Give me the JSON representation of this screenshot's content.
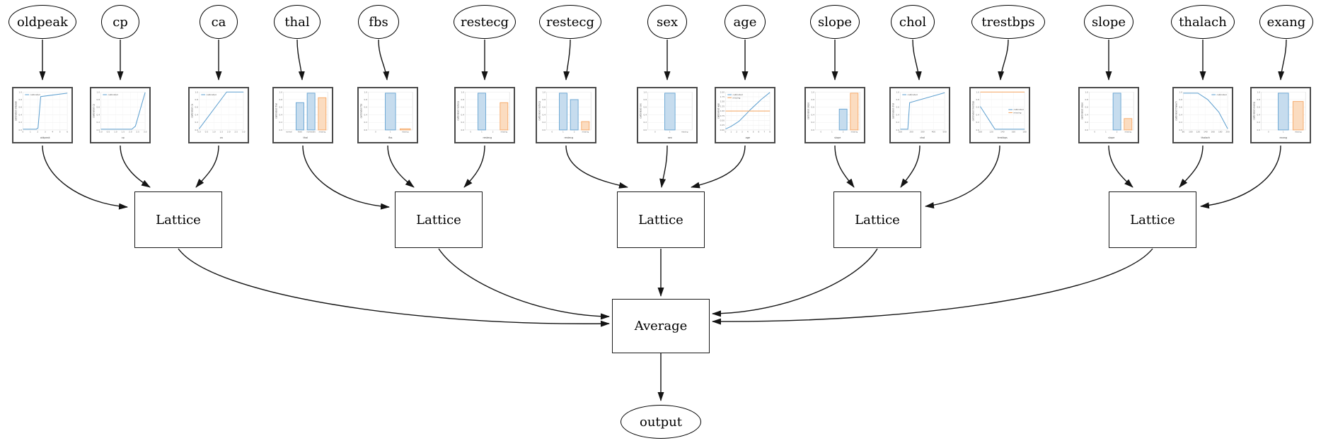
{
  "diagram": {
    "nodes": {
      "lattice": "Lattice",
      "average": "Average",
      "output": "output"
    },
    "legend_labels": {
      "calibrated": "calibrated",
      "missing": "missing"
    },
    "features": [
      {
        "name": "oldpeak",
        "chart": {
          "type": "line",
          "xlabel": "oldpeak",
          "ylabel": "calibrated oldpeak",
          "ymax": 1,
          "yticks": [
            "1.0",
            "0.8",
            "0.6",
            "0.4",
            "0.2",
            "0.0"
          ],
          "xticks": [
            "0",
            "1",
            "2",
            "3",
            "4",
            "5",
            "6"
          ],
          "legend": [
            {
              "label": "calibrated",
              "color": "blue"
            }
          ],
          "legend_pos": "top-left",
          "series": [
            {
              "name": "calibrated",
              "color": "blue",
              "points": [
                [
                  0,
                  0.02
                ],
                [
                  0.3,
                  0.02
                ],
                [
                  0.34,
                  0.05
                ],
                [
                  0.4,
                  0.88
                ],
                [
                  0.6,
                  0.91
                ],
                [
                  1,
                  0.97
                ]
              ]
            }
          ]
        }
      },
      {
        "name": "cp",
        "chart": {
          "type": "line",
          "xlabel": "cp",
          "ylabel": "calibrated cp",
          "ymax": 1,
          "yticks": [
            "1.0",
            "0.8",
            "0.6",
            "0.4",
            "0.2",
            "0.0"
          ],
          "xticks": [
            "0.0",
            "0.5",
            "1.0",
            "1.5",
            "2.0",
            "2.5",
            "3.0"
          ],
          "legend": [
            {
              "label": "calibrated",
              "color": "blue"
            }
          ],
          "legend_pos": "top-left",
          "series": [
            {
              "name": "calibrated",
              "color": "blue",
              "points": [
                [
                  0,
                  0.02
                ],
                [
                  0.7,
                  0.02
                ],
                [
                  0.78,
                  0.1
                ],
                [
                  1,
                  0.99
                ]
              ]
            }
          ]
        }
      },
      {
        "name": "ca",
        "chart": {
          "type": "line",
          "xlabel": "ca",
          "ylabel": "calibrated ca",
          "ymax": 1,
          "yticks": [
            "1.0",
            "0.8",
            "0.6",
            "0.4",
            "0.2",
            "0.0"
          ],
          "xticks": [
            "0.0",
            "0.5",
            "1.0",
            "1.5",
            "2.0",
            "2.5",
            "3.0"
          ],
          "legend": [
            {
              "label": "calibrated",
              "color": "blue"
            }
          ],
          "legend_pos": "top-left",
          "series": [
            {
              "name": "calibrated",
              "color": "blue",
              "points": [
                [
                  0,
                  0.03
                ],
                [
                  0.62,
                  1.0
                ],
                [
                  1,
                  1.0
                ]
              ]
            }
          ]
        }
      },
      {
        "name": "thal",
        "chart": {
          "type": "bar",
          "xlabel": "thal",
          "ylabel": "calibrated thal",
          "ymax": 1,
          "yticks": [
            "1.0",
            "0.8",
            "0.6",
            "0.4",
            "0.2",
            "0.0"
          ],
          "categories": [
            "normal",
            "fixed",
            "reversible",
            "missing"
          ],
          "values": [
            0,
            0.72,
            0.97,
            0.85
          ],
          "bar_colors": [
            "blue",
            "blue",
            "blue",
            "orange"
          ]
        }
      },
      {
        "name": "fbs",
        "chart": {
          "type": "bar",
          "xlabel": "fbs",
          "ylabel": "calibrated fbs",
          "ymax": 1,
          "yticks": [
            "1.0",
            "0.8",
            "0.6",
            "0.4",
            "0.2",
            "0.0"
          ],
          "categories": [
            "0",
            "1",
            "missing"
          ],
          "values": [
            0,
            0.97,
            0.03
          ],
          "bar_colors": [
            "blue",
            "blue",
            "orange"
          ]
        }
      },
      {
        "name": "restecg",
        "chart": {
          "type": "bar",
          "xlabel": "restecg",
          "ylabel": "calibrated restecg",
          "ymax": 1,
          "yticks": [
            "1.0",
            "0.8",
            "0.6",
            "0.4",
            "0.2",
            "0.0"
          ],
          "categories": [
            "0",
            "1",
            "2",
            "missing"
          ],
          "values": [
            0,
            0.97,
            0,
            0.72
          ],
          "bar_colors": [
            "blue",
            "blue",
            "blue",
            "orange"
          ]
        }
      },
      {
        "name": "restecg",
        "chart": {
          "type": "bar",
          "xlabel": "restecg",
          "ylabel": "calibrated restecg",
          "ymax": 1,
          "yticks": [
            "1.0",
            "0.8",
            "0.6",
            "0.4",
            "0.2",
            "0.0"
          ],
          "categories": [
            "0",
            "1",
            "2",
            "missing"
          ],
          "values": [
            0,
            0.97,
            0.8,
            0.22
          ],
          "bar_colors": [
            "blue",
            "blue",
            "blue",
            "orange"
          ]
        }
      },
      {
        "name": "sex",
        "chart": {
          "type": "bar",
          "xlabel": "sex",
          "ylabel": "calibrated sex",
          "ymax": 1,
          "yticks": [
            "1.0",
            "0.8",
            "0.6",
            "0.4",
            "0.2",
            "0.0"
          ],
          "categories": [
            "0",
            "1",
            "missing"
          ],
          "values": [
            0,
            0.97,
            0
          ],
          "bar_colors": [
            "blue",
            "blue",
            "orange"
          ]
        }
      },
      {
        "name": "age",
        "chart": {
          "type": "line",
          "xlabel": "age",
          "ylabel": "calibrated age",
          "ymax": 2,
          "yticks": [
            "2.00",
            "1.75",
            "1.50",
            "1.25",
            "1.00",
            "0.75",
            "0.50",
            "0.25",
            "0.00"
          ],
          "xticks": [
            "0",
            "1",
            "2",
            "3",
            "4",
            "5",
            "6",
            "7",
            "8"
          ],
          "legend": [
            {
              "label": "calibrated",
              "color": "blue"
            },
            {
              "label": "missing",
              "color": "orange"
            }
          ],
          "legend_pos": "top-left",
          "series": [
            {
              "name": "calibrated",
              "color": "blue",
              "points": [
                [
                  0,
                  0.05
                ],
                [
                  0.12,
                  0.18
                ],
                [
                  0.3,
                  0.45
                ],
                [
                  0.45,
                  0.8
                ],
                [
                  0.55,
                  1.05
                ],
                [
                  0.62,
                  1.2
                ],
                [
                  0.8,
                  1.6
                ],
                [
                  1,
                  1.98
                ]
              ]
            },
            {
              "name": "missing",
              "color": "orange",
              "points": [
                [
                  0,
                  1.0
                ],
                [
                  1,
                  1.0
                ]
              ]
            }
          ]
        }
      },
      {
        "name": "slope",
        "chart": {
          "type": "bar",
          "xlabel": "slope",
          "ylabel": "calibrated slope",
          "ymax": 1,
          "yticks": [
            "1.0",
            "0.8",
            "0.6",
            "0.4",
            "0.2",
            "0.0"
          ],
          "categories": [
            "0",
            "1",
            "2",
            "missing"
          ],
          "values": [
            0,
            0,
            0.55,
            0.97
          ],
          "bar_colors": [
            "blue",
            "blue",
            "blue",
            "orange"
          ]
        }
      },
      {
        "name": "chol",
        "chart": {
          "type": "line",
          "xlabel": "chol",
          "ylabel": "calibrated chol",
          "ymax": 1,
          "yticks": [
            "1.0",
            "0.8",
            "0.6",
            "0.4",
            "0.2",
            "0.0"
          ],
          "xticks": [
            "100",
            "200",
            "300",
            "400",
            "500"
          ],
          "legend": [
            {
              "label": "calibrated",
              "color": "blue"
            }
          ],
          "legend_pos": "top-left",
          "series": [
            {
              "name": "calibrated",
              "color": "blue",
              "points": [
                [
                  0,
                  0.02
                ],
                [
                  0.17,
                  0.02
                ],
                [
                  0.21,
                  0.72
                ],
                [
                  1,
                  0.98
                ]
              ]
            }
          ]
        }
      },
      {
        "name": "trestbps",
        "chart": {
          "type": "line",
          "xlabel": "trestbps",
          "ylabel": "calibrated trestbps",
          "ymax": 1,
          "yticks": [
            "1.0",
            "0.8",
            "0.6",
            "0.4",
            "0.2",
            "0.0"
          ],
          "xticks": [
            "100",
            "120",
            "140",
            "160",
            "180"
          ],
          "legend": [
            {
              "label": "calibrated",
              "color": "blue"
            },
            {
              "label": "missing",
              "color": "orange"
            }
          ],
          "legend_pos": "mid-right",
          "series": [
            {
              "name": "calibrated",
              "color": "blue",
              "points": [
                [
                  0,
                  0.62
                ],
                [
                  0.33,
                  0.02
                ],
                [
                  1,
                  0.02
                ]
              ]
            },
            {
              "name": "missing",
              "color": "orange",
              "points": [
                [
                  0,
                  1.0
                ],
                [
                  1,
                  1.0
                ]
              ]
            }
          ]
        }
      },
      {
        "name": "slope",
        "chart": {
          "type": "bar",
          "xlabel": "slope",
          "ylabel": "calibrated slope",
          "ymax": 1,
          "yticks": [
            "1.0",
            "0.8",
            "0.6",
            "0.4",
            "0.2",
            "0.0"
          ],
          "categories": [
            "0",
            "1",
            "2",
            "missing"
          ],
          "values": [
            0,
            0,
            0.97,
            0.3
          ],
          "bar_colors": [
            "blue",
            "blue",
            "blue",
            "orange"
          ]
        }
      },
      {
        "name": "thalach",
        "chart": {
          "type": "line",
          "xlabel": "thalach",
          "ylabel": "calibrated thalach",
          "ymax": 1,
          "yticks": [
            "1.0",
            "0.8",
            "0.6",
            "0.4",
            "0.2",
            "0.0"
          ],
          "xticks": [
            "80",
            "100",
            "120",
            "140",
            "160",
            "180",
            "200"
          ],
          "legend": [
            {
              "label": "calibrated",
              "color": "blue"
            }
          ],
          "legend_pos": "top-right",
          "series": [
            {
              "name": "calibrated",
              "color": "blue",
              "points": [
                [
                  0,
                  0.97
                ],
                [
                  0.33,
                  0.97
                ],
                [
                  0.55,
                  0.8
                ],
                [
                  0.8,
                  0.47
                ],
                [
                  1,
                  0.03
                ]
              ]
            }
          ]
        }
      },
      {
        "name": "exang",
        "chart": {
          "type": "bar",
          "xlabel": "exang",
          "ylabel": "calibrated exang",
          "ymax": 1,
          "yticks": [
            "1.0",
            "0.8",
            "0.6",
            "0.4",
            "0.2",
            "0.0"
          ],
          "categories": [
            "0",
            "1",
            "missing"
          ],
          "values": [
            0,
            0.97,
            0.75
          ],
          "bar_colors": [
            "blue",
            "blue",
            "orange"
          ]
        }
      }
    ],
    "colors": {
      "blue": "#5fa0d0",
      "orange": "#f5a35e",
      "blue_fill": "#c6dcee",
      "orange_fill": "#fbdcc0",
      "edge": "#141414",
      "grid": "#ececec",
      "plot_border": "#cfcfcf",
      "tick_text": "#666666"
    }
  }
}
